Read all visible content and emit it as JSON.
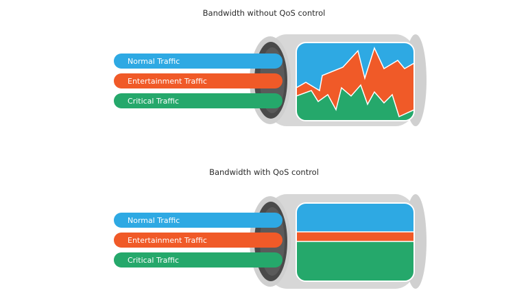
{
  "diagrams": [
    {
      "title": "Bandwidth without QoS control",
      "streams": [
        {
          "label": "Normal Traffic",
          "color": "#2ea9e3"
        },
        {
          "label": "Entertainment Traffic",
          "color": "#f05a28"
        },
        {
          "label": "Critical Traffic",
          "color": "#25a86b"
        }
      ]
    },
    {
      "title": "Bandwidth with QoS control",
      "streams": [
        {
          "label": "Normal Traffic",
          "color": "#2ea9e3"
        },
        {
          "label": "Entertainment Traffic",
          "color": "#f05a28"
        },
        {
          "label": "Critical Traffic",
          "color": "#25a86b"
        }
      ]
    }
  ],
  "colors": {
    "pipe": "#d7d7d7",
    "pipe_inner": "#4a4a4a"
  }
}
